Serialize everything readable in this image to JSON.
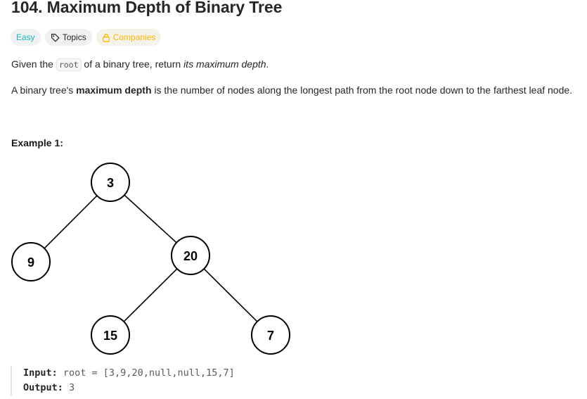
{
  "problem": {
    "title": "104. Maximum Depth of Binary Tree"
  },
  "tags": {
    "difficulty": "Easy",
    "topics": "Topics",
    "companies": "Companies"
  },
  "description": {
    "p1_prefix": "Given the ",
    "p1_code": "root",
    "p1_mid": " of a binary tree, return ",
    "p1_italic": "its maximum depth",
    "p1_suffix": ".",
    "p2_prefix": "A binary tree's ",
    "p2_bold": "maximum depth",
    "p2_suffix": " is the number of nodes along the longest path from the root node down to the farthest leaf node."
  },
  "example": {
    "label": "Example 1:",
    "tree_nodes": {
      "root": "3",
      "left": "9",
      "right": "20",
      "right_left": "15",
      "right_right": "7"
    },
    "input_key": "Input:",
    "input_value": " root = [3,9,20,null,null,15,7]",
    "output_key": "Output:",
    "output_value": " 3"
  },
  "colors": {
    "easy": "#1cb8b8",
    "companies": "#ffb700"
  },
  "icons": {
    "topics": "tag-icon",
    "companies": "lock-icon"
  }
}
